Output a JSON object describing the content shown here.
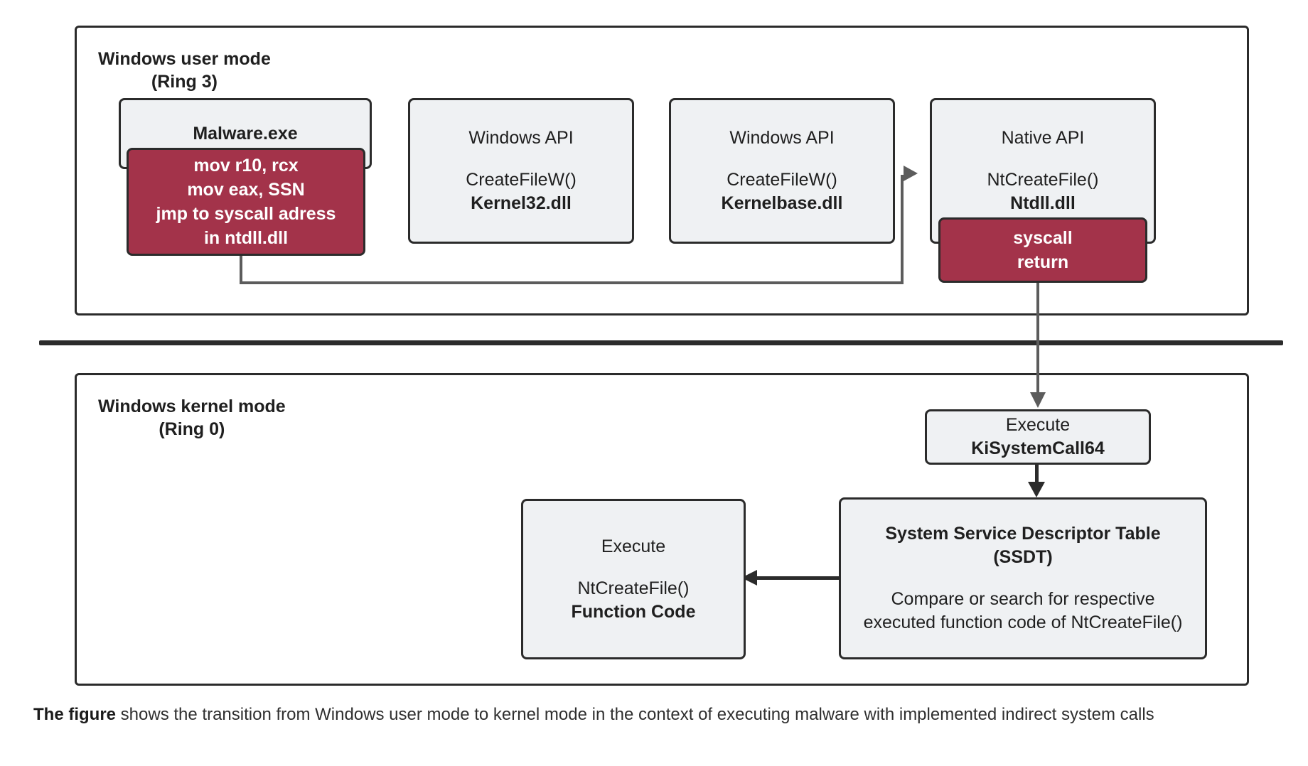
{
  "colors": {
    "accent_red": "#a3334a",
    "box_fill": "#eff1f3",
    "border": "#2b2b2b",
    "connector": "#5c5c5c",
    "text": "#1f1f1f",
    "page_bg": "#ffffff"
  },
  "user_mode": {
    "title": "Windows user mode\n(Ring 3)",
    "nodes": {
      "malware": {
        "title": "Malware.exe"
      },
      "malware_asm": {
        "line1": "mov r10, rcx",
        "line2": "mov eax, SSN",
        "line3": "jmp to syscall adress",
        "line4": "in ntdll.dll"
      },
      "kernel32": {
        "header": "Windows API",
        "func": "CreateFileW()",
        "dll": "Kernel32.dll"
      },
      "kernelbase": {
        "header": "Windows API",
        "func": "CreateFileW()",
        "dll": "Kernelbase.dll"
      },
      "native_api": {
        "header": "Native API",
        "func": "NtCreateFile()",
        "dll": "Ntdll.dll"
      },
      "syscall": {
        "line1": "syscall",
        "line2": "return"
      }
    }
  },
  "kernel_mode": {
    "title": "Windows kernel mode\n(Ring 0)",
    "nodes": {
      "kisystemcall": {
        "header": "Execute",
        "name": "KiSystemCall64"
      },
      "ssdt": {
        "title1": "System Service Descriptor Table",
        "title2": "(SSDT)",
        "desc1": "Compare or search for respective",
        "desc2": "executed function code of NtCreateFile()"
      },
      "function_code": {
        "header": "Execute",
        "func": "NtCreateFile()",
        "name": "Function Code"
      }
    }
  },
  "caption": {
    "bold_prefix": "The figure",
    "rest": " shows the transition from Windows user mode to kernel mode in the context of executing malware with implemented indirect system calls"
  }
}
